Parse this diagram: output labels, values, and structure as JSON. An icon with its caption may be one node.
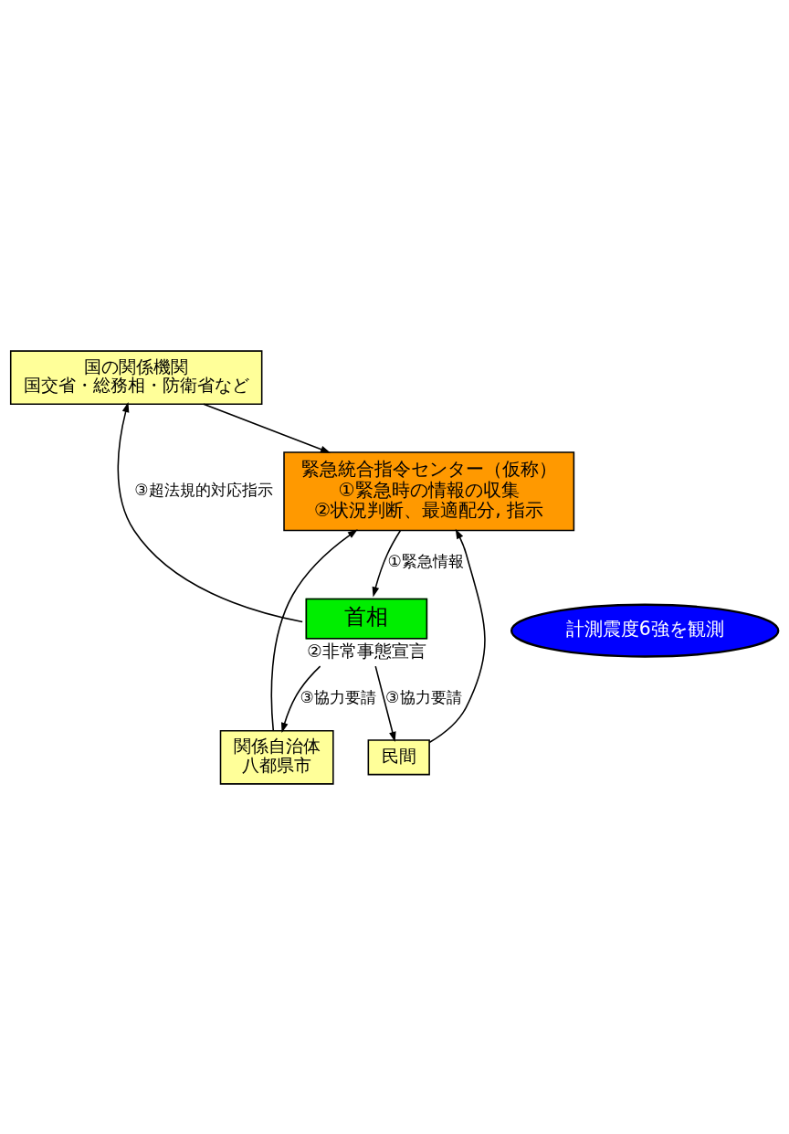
{
  "diagram": {
    "nodes": [
      {
        "text": [
          "国の関係機関",
          "国交省・総務相・防衛省など"
        ]
      },
      {
        "text": [
          "関係自治体",
          "八都県市"
        ]
      },
      {
        "text": [
          "民間"
        ]
      },
      {
        "text": [
          "首相"
        ],
        "beside": [
          "②非常事態宣言"
        ]
      },
      {
        "text": [
          "計測震度6強を観測"
        ]
      },
      {
        "text": [
          "緊急統合指令センター（仮称）",
          "①緊急時の情報の収集",
          "②状況判断、最適配分, 指示"
        ]
      }
    ],
    "edges": [
      {
        "from": 0,
        "to": 5,
        "arrow": "to"
      },
      {
        "from": 1,
        "to": 5,
        "arrow": "to"
      },
      {
        "from": 2,
        "to": 5,
        "arrow": "to"
      },
      {
        "from": 5,
        "to": 3,
        "arrow": "to",
        "label": "①緊急情報"
      },
      {
        "from": 3,
        "to": 0,
        "arrow": "to",
        "label": "③超法規的対応指示"
      },
      {
        "from": 3,
        "to": 1,
        "arrow": "to",
        "label": "③協力要請"
      },
      {
        "from": 3,
        "to": 2,
        "arrow": "to",
        "label": "③協力要請"
      }
    ]
  }
}
